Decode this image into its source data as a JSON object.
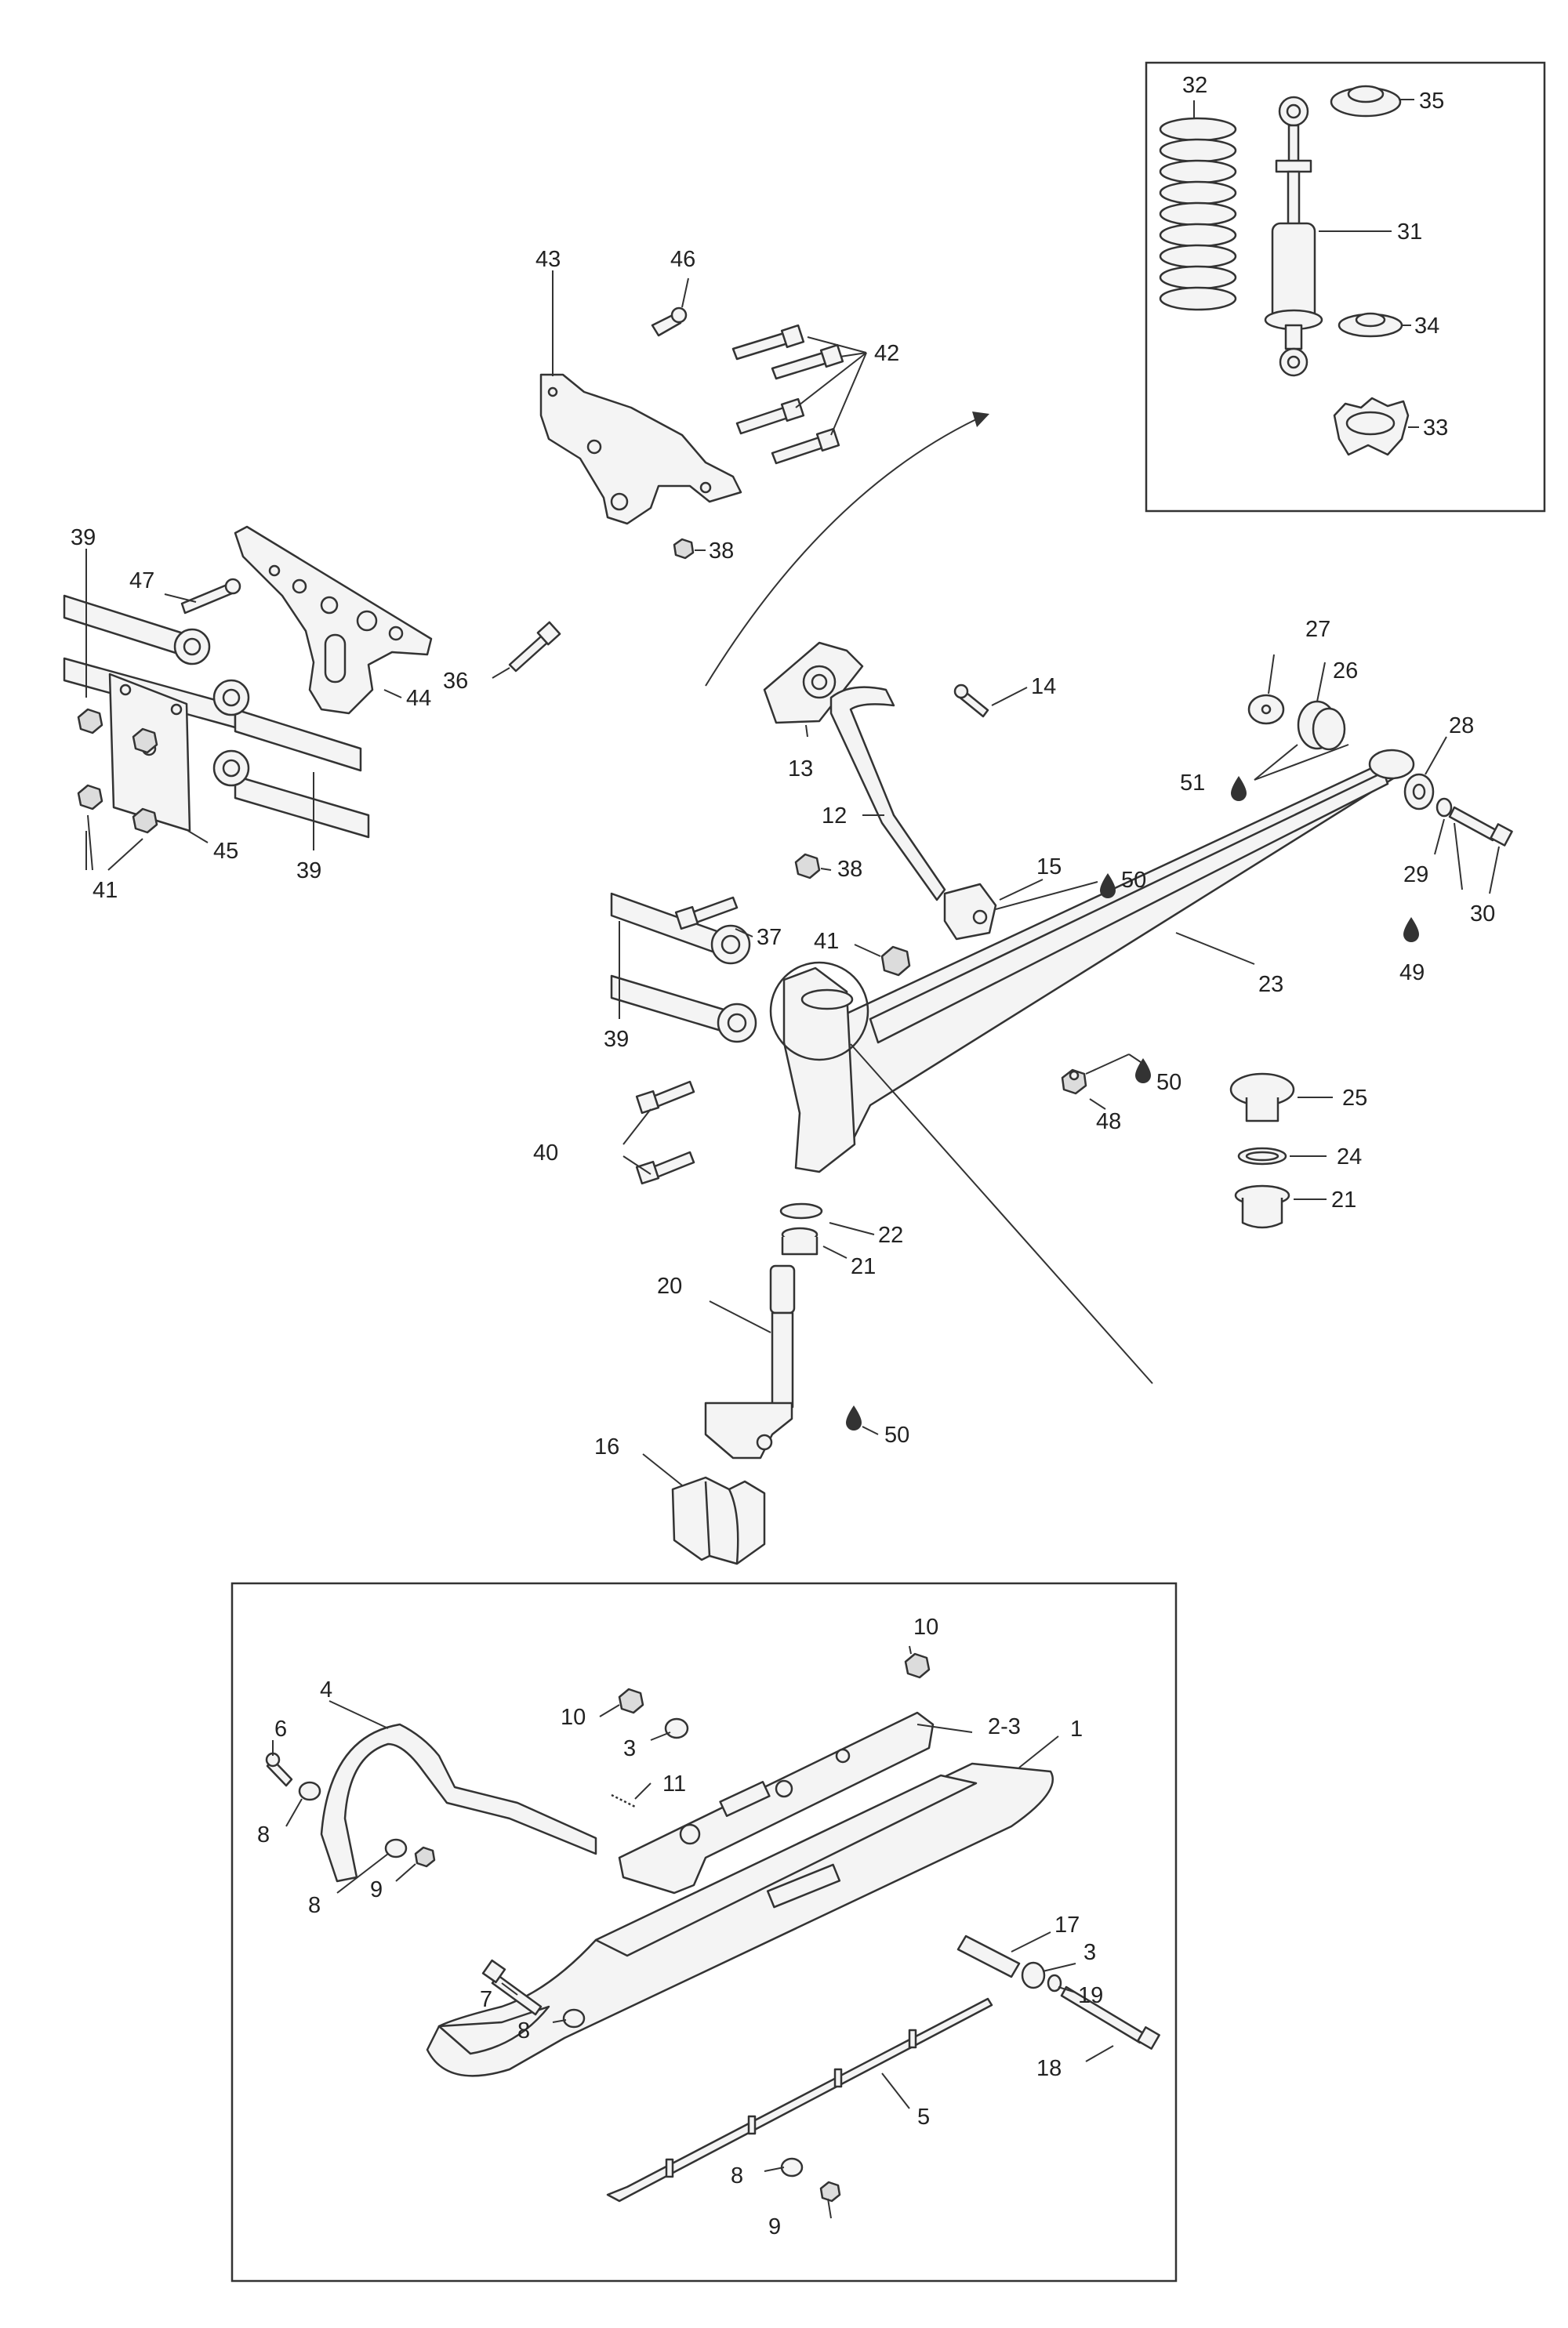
{
  "callouts": {
    "c1": "1",
    "c2_3": "2-3",
    "c3a": "3",
    "c3b": "3",
    "c4": "4",
    "c5": "5",
    "c6": "6",
    "c7": "7",
    "c8a": "8",
    "c8b": "8",
    "c8c": "8",
    "c8d": "8",
    "c9a": "9",
    "c9b": "9",
    "c10a": "10",
    "c10b": "10",
    "c11": "11",
    "c12": "12",
    "c13": "13",
    "c14": "14",
    "c15": "15",
    "c16": "16",
    "c17": "17",
    "c18": "18",
    "c19": "19",
    "c20": "20",
    "c21a": "21",
    "c21b": "21",
    "c22": "22",
    "c23": "23",
    "c24": "24",
    "c25": "25",
    "c26": "26",
    "c27": "27",
    "c28": "28",
    "c29": "29",
    "c30": "30",
    "c31": "31",
    "c32": "32",
    "c33": "33",
    "c34": "34",
    "c35": "35",
    "c36": "36",
    "c37": "37",
    "c38a": "38",
    "c38b": "38",
    "c39a": "39",
    "c39b": "39",
    "c39c": "39",
    "c40": "40",
    "c41a": "41",
    "c41b": "41",
    "c42": "42",
    "c43": "43",
    "c44": "44",
    "c45": "45",
    "c46": "46",
    "c47": "47",
    "c48": "48",
    "c49": "49",
    "c50a": "50",
    "c50b": "50",
    "c50c": "50",
    "c51": "51"
  },
  "icons": {
    "lubricant_drop": "grease-drop-icon"
  }
}
